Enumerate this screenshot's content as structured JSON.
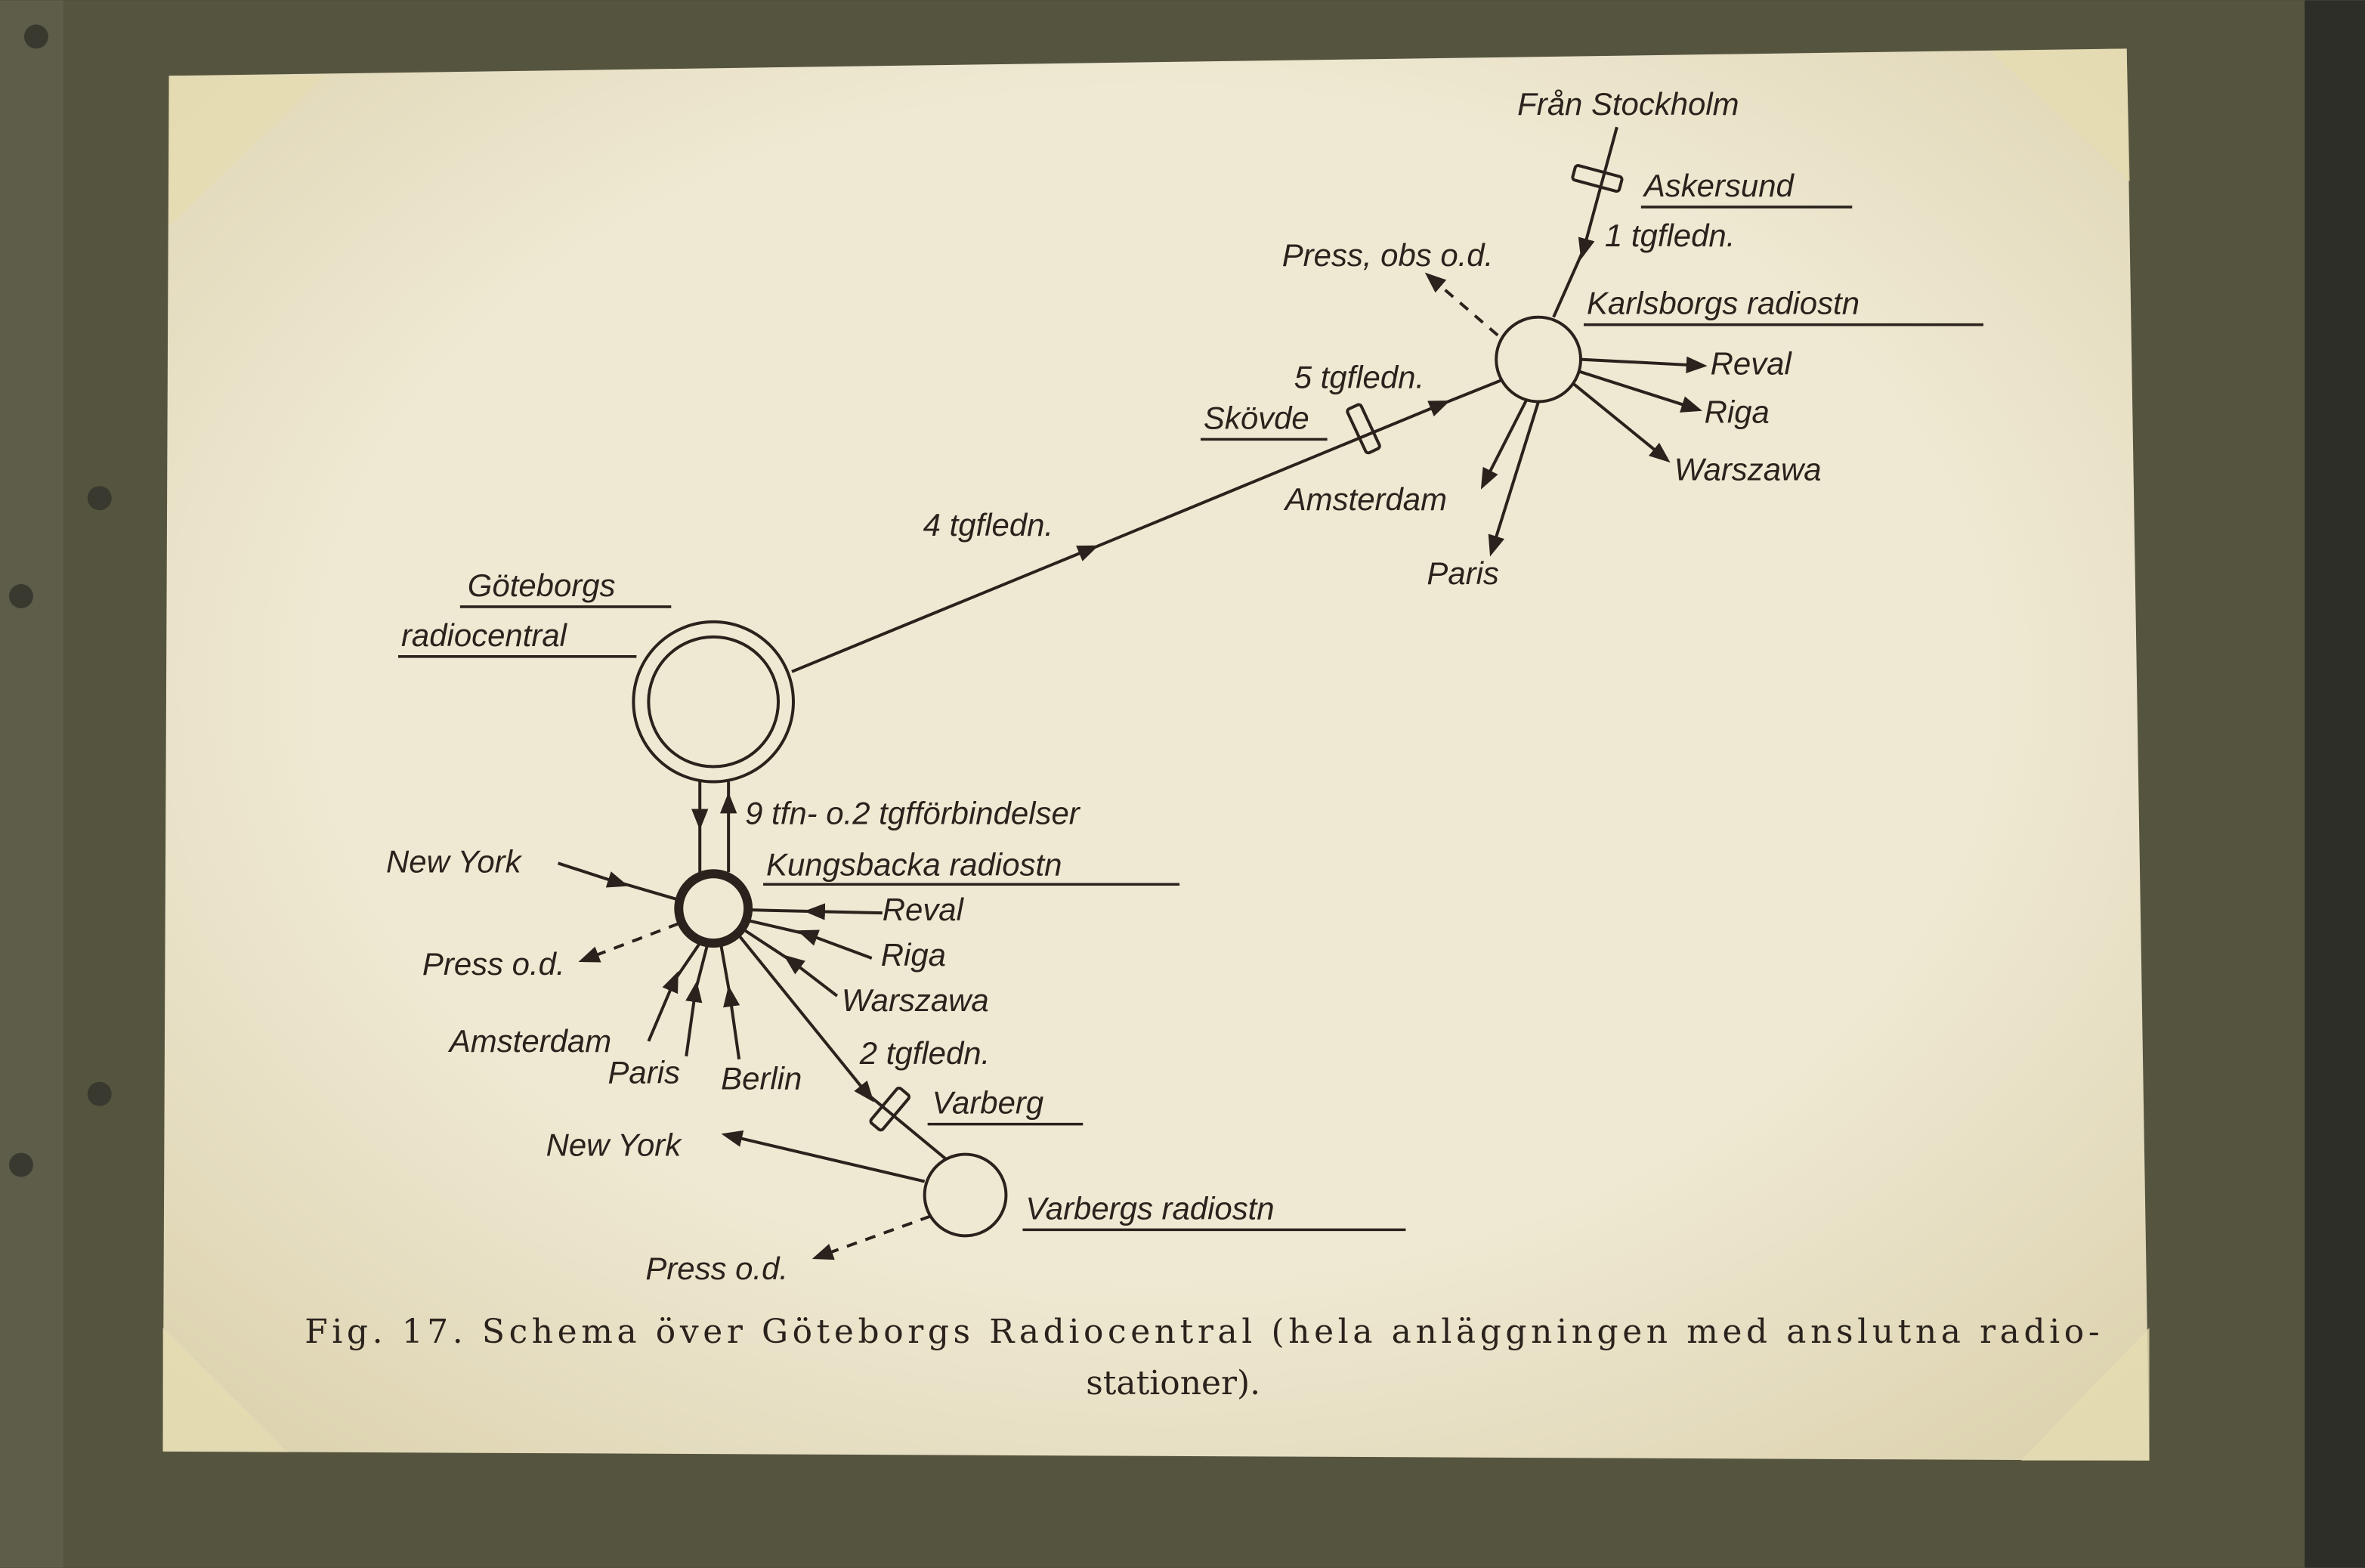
{
  "diagram": {
    "nodes": {
      "goteborg": "Göteborgs radiocentral",
      "goteborg_line1": "Göteborgs",
      "goteborg_line2": "radiocentral",
      "karlsborg": "Karlsborgs radiostn",
      "kungsbacka": "Kungsbacka radiostn",
      "varberg_station": "Varbergs radiostn",
      "askersund": "Askersund",
      "skovde": "Skövde",
      "varberg_relay": "Varberg"
    },
    "links": {
      "from_stockholm": "Från Stockholm",
      "askersund_count": "1 tgfledn.",
      "skovde_count": "5 tgfledn.",
      "goteborg_karlsborg": "4 tgfledn.",
      "goteborg_kungsbacka": "9 tfn- o.2 tgfförbindelser",
      "varberg_count": "2 tgfledn."
    },
    "karlsborg_destinations": {
      "press": "Press, obs o.d.",
      "reval": "Reval",
      "riga": "Riga",
      "warszawa": "Warszawa",
      "amsterdam": "Amsterdam",
      "paris": "Paris"
    },
    "kungsbacka_sources": {
      "newyork": "New York",
      "press": "Press o.d.",
      "reval": "Reval",
      "riga": "Riga",
      "warszawa": "Warszawa",
      "amsterdam": "Amsterdam",
      "paris": "Paris",
      "berlin": "Berlin"
    },
    "varberg_destinations": {
      "newyork": "New York",
      "press": "Press o.d."
    },
    "caption_line1": "Fig. 17.  Schema över Göteborgs Radiocentral (hela anläggningen med anslutna radio-",
    "caption_line2": "stationer).",
    "colors": {
      "paper": "#ece6cf",
      "ink": "#2a221c",
      "board": "#55543f"
    }
  }
}
